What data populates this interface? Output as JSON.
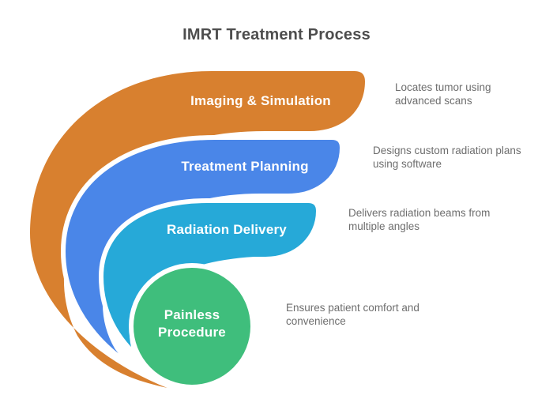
{
  "title": "IMRT Treatment Process",
  "colors": {
    "orange": "#D8802F",
    "blue": "#4A86E8",
    "teal": "#26A9D8",
    "green": "#3FBE7C",
    "title_text": "#4D4D4D",
    "desc_text": "#6E6E6E",
    "label_text": "#FFFFFF",
    "separator": "#FFFFFF"
  },
  "steps": [
    {
      "label": "Imaging & Simulation",
      "description": "Locates tumor using advanced scans",
      "color": "#D8802F"
    },
    {
      "label": "Treatment Planning",
      "description": "Designs custom radiation plans using software",
      "color": "#4A86E8"
    },
    {
      "label": "Radiation Delivery",
      "description": "Delivers radiation beams from multiple angles",
      "color": "#26A9D8"
    },
    {
      "label": "Painless Procedure",
      "description": "Ensures patient comfort and convenience",
      "color": "#3FBE7C"
    }
  ]
}
